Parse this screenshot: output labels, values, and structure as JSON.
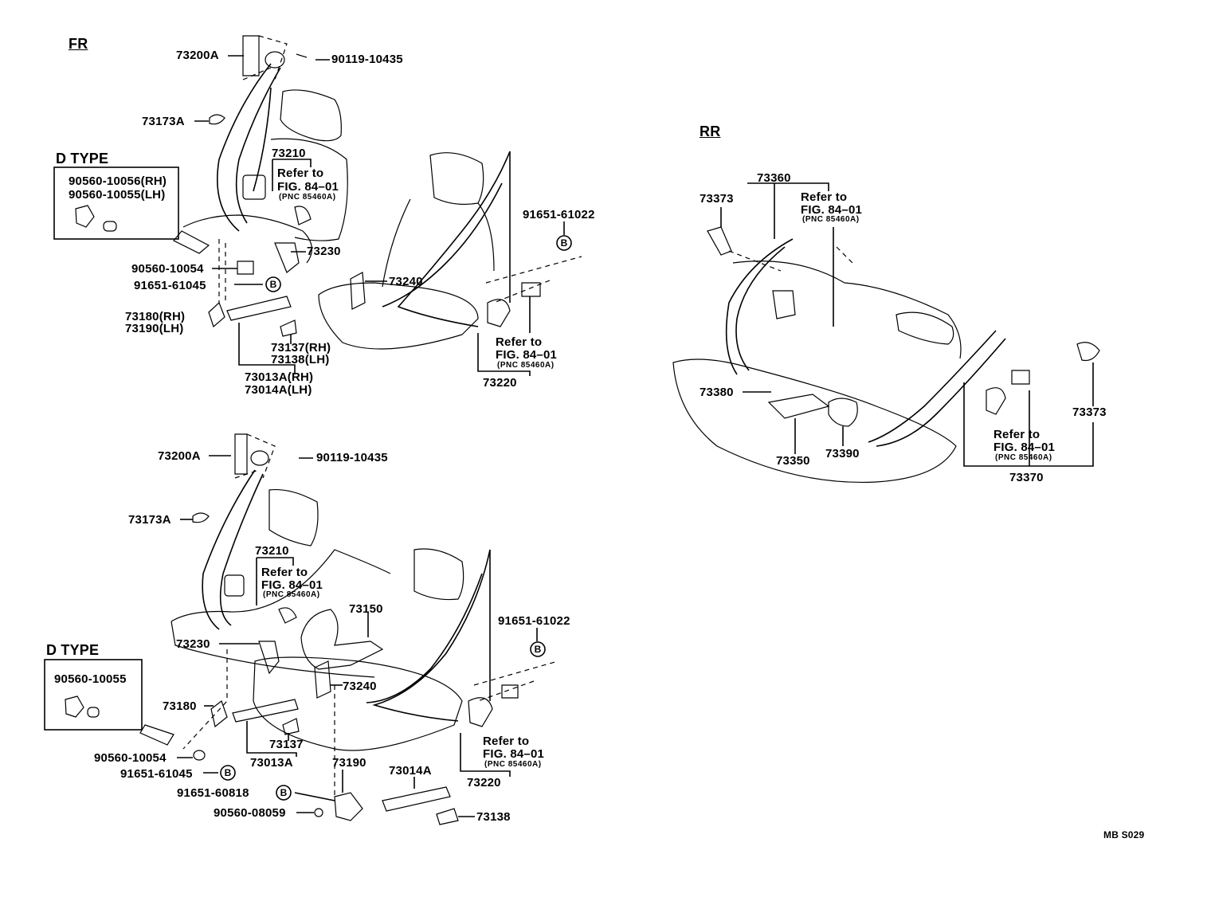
{
  "headings": {
    "front": "FR",
    "rear": "RR",
    "doc_code": "MB S029"
  },
  "dtype": {
    "title": "D TYPE"
  },
  "ref": {
    "refer": "Refer to",
    "fig": "FIG. 84–01",
    "pnc": "(PNC 85460A)"
  },
  "circle_label": "B",
  "fr_top": {
    "p73200a": "73200A",
    "p90119": "90119-10435",
    "p73173a": "73173A",
    "p73210": "73210",
    "dtype_rh": "90560-10056(RH)",
    "dtype_lh": "90560-10055(LH)",
    "p73230": "73230",
    "p90560_10054": "90560-10054",
    "p91651_61045": "91651-61045",
    "p73180": "73180(RH)",
    "p73190": "73190(LH)",
    "p73137": "73137(RH)",
    "p73138": "73138(LH)",
    "p73013a": "73013A(RH)",
    "p73014a": "73014A(LH)",
    "p73240": "73240",
    "p91651_61022": "91651-61022",
    "p73220": "73220"
  },
  "fr_bottom": {
    "p73200a": "73200A",
    "p90119": "90119-10435",
    "p73173a": "73173A",
    "p73210": "73210",
    "dtype_part": "90560-10055",
    "p73150": "73150",
    "p73230": "73230",
    "p91651_61022": "91651-61022",
    "p73240": "73240",
    "p73180": "73180",
    "p73137": "73137",
    "p73013a": "73013A",
    "p90560_10054": "90560-10054",
    "p91651_61045": "91651-61045",
    "p73190": "73190",
    "p73014a": "73014A",
    "p91651_60818": "91651-60818",
    "p90560_08059": "90560-08059",
    "p73138": "73138",
    "p73220": "73220"
  },
  "rr": {
    "p73360": "73360",
    "p73373_a": "73373",
    "p73380": "73380",
    "p73350": "73350",
    "p73390": "73390",
    "p73373_b": "73373",
    "p73370": "73370"
  }
}
